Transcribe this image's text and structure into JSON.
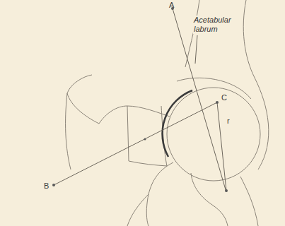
{
  "diagram": {
    "labels": [
      "A",
      "Acetabular labrum",
      "C",
      "r",
      "B"
    ]
  }
}
